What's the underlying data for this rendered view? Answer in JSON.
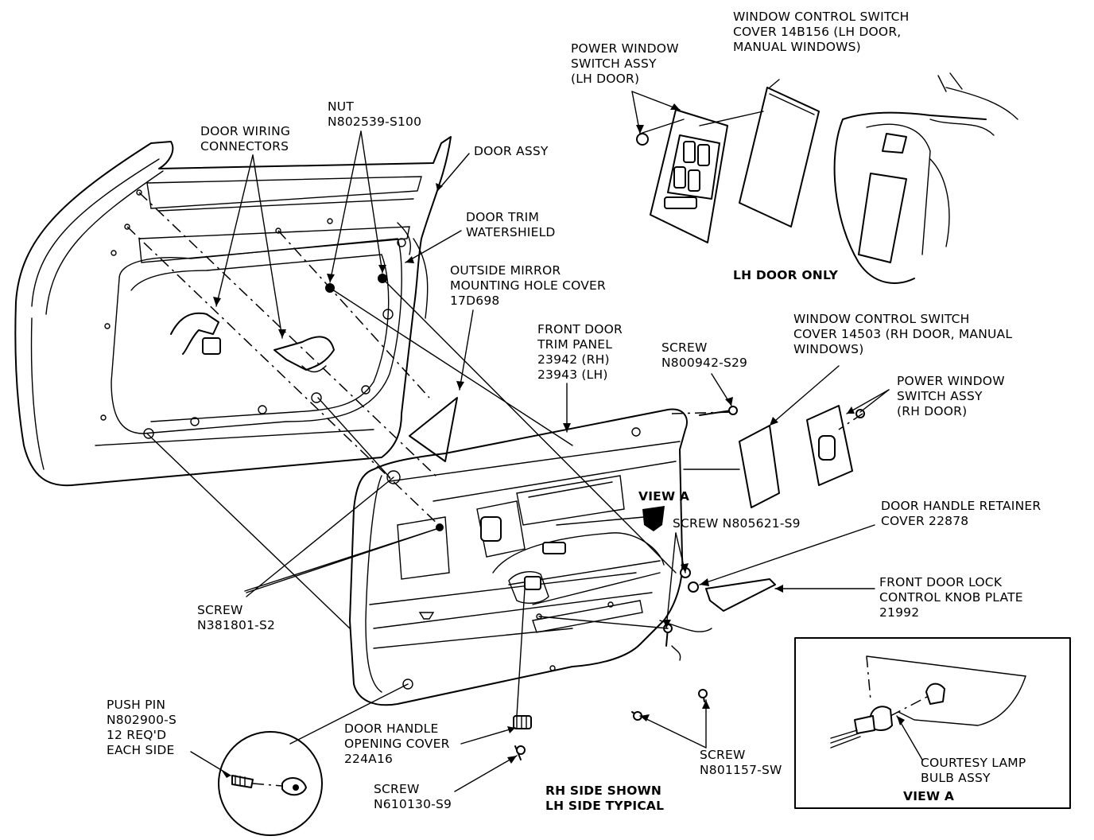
{
  "labels": {
    "window_switch_cover_lh": [
      "WINDOW CONTROL SWITCH",
      "COVER 14B156 (LH DOOR,",
      "MANUAL WINDOWS)"
    ],
    "power_window_switch_lh": [
      "POWER WINDOW",
      "SWITCH ASSY",
      "(LH DOOR)"
    ],
    "nut": [
      "NUT",
      "N802539-S100"
    ],
    "door_wiring_connectors": [
      "DOOR WIRING",
      "CONNECTORS"
    ],
    "door_assy": [
      "DOOR ASSY"
    ],
    "door_trim_watershield": [
      "DOOR TRIM",
      "WATERSHIELD"
    ],
    "outside_mirror_cover": [
      "OUTSIDE MIRROR",
      "MOUNTING HOLE COVER",
      "17D698"
    ],
    "lh_door_only": [
      "LH DOOR ONLY"
    ],
    "window_switch_cover_rh": [
      "WINDOW CONTROL SWITCH",
      "COVER 14503 (RH DOOR, MANUAL",
      "WINDOWS)"
    ],
    "front_door_trim_panel": [
      "FRONT DOOR",
      "TRIM PANEL",
      "23942 (RH)",
      "23943 (LH)"
    ],
    "screw_n800942": [
      "SCREW",
      "N800942-S29"
    ],
    "power_window_switch_rh": [
      "POWER WINDOW",
      "SWITCH ASSY",
      "(RH DOOR)"
    ],
    "view_a_callout": [
      "VIEW A"
    ],
    "screw_n805621": [
      "SCREW N805621-S9"
    ],
    "door_handle_retainer_cover": [
      "DOOR HANDLE RETAINER",
      "COVER 22878"
    ],
    "front_door_lock_knob_plate": [
      "FRONT DOOR LOCK",
      "CONTROL KNOB PLATE",
      "21992"
    ],
    "screw_n381801": [
      "SCREW",
      "N381801-S2"
    ],
    "push_pin": [
      "PUSH PIN",
      "N802900-S",
      "12 REQ'D",
      "EACH SIDE"
    ],
    "door_handle_opening_cover": [
      "DOOR HANDLE",
      "OPENING COVER",
      "224A16"
    ],
    "screw_n801157": [
      "SCREW",
      "N801157-SW"
    ],
    "screw_n610130": [
      "SCREW",
      "N610130-S9"
    ],
    "rh_side_shown": [
      "RH SIDE SHOWN",
      "LH SIDE TYPICAL"
    ],
    "courtesy_lamp": [
      "COURTESY LAMP",
      "BULB ASSY"
    ],
    "view_a_title": [
      "VIEW A"
    ]
  }
}
